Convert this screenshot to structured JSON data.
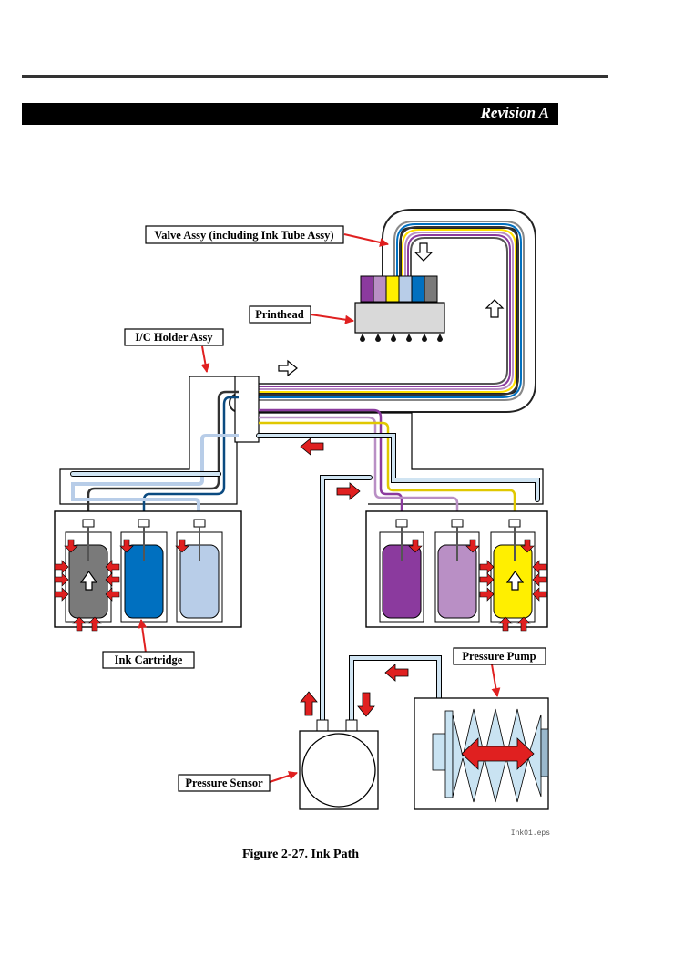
{
  "header": {
    "revision": "Revision A"
  },
  "labels": {
    "valve_assy": "Valve Assy (including Ink Tube Assy)",
    "printhead": "Printhead",
    "ic_holder": "I/C Holder Assy",
    "ink_cartridge": "Ink Cartridge",
    "pressure_pump": "Pressure Pump",
    "pressure_sensor": "Pressure Sensor"
  },
  "file_name": "Ink01.eps",
  "caption": "Figure 2-27.  Ink Path",
  "colors": {
    "ink_black": "#7a7a7a",
    "ink_cyan": "#0070c0",
    "ink_light_cyan": "#b8cde8",
    "ink_magenta": "#8b3a9e",
    "ink_light_magenta": "#b98fc5",
    "ink_yellow": "#ffef00",
    "flow_arrow": "#e02020",
    "air_tube": "#d0e4f2"
  }
}
